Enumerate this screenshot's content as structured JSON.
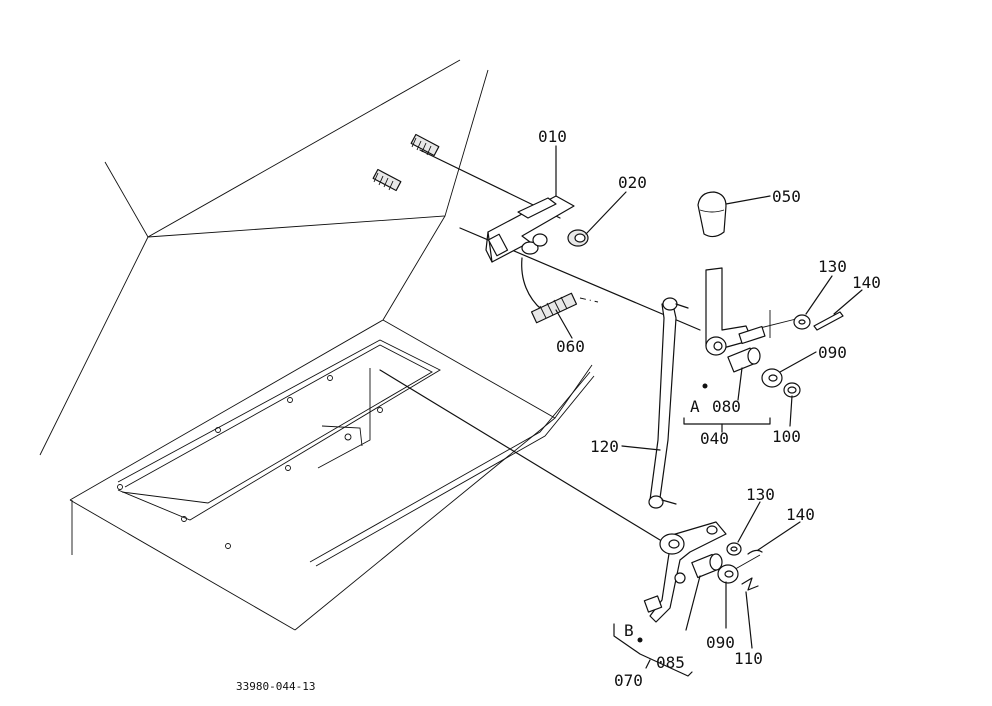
{
  "callouts": {
    "p010": "010",
    "p020": "020",
    "p050": "050",
    "p060": "060",
    "p130a": "130",
    "p140a": "140",
    "p090a": "090",
    "pA": "A",
    "p080": "080",
    "p040": "040",
    "p100": "100",
    "p120": "120",
    "p130b": "130",
    "p140b": "140",
    "pB": "B",
    "p090b": "090",
    "p110": "110",
    "p085": "085",
    "p070": "070"
  },
  "drawing_number": "33980-044-13"
}
